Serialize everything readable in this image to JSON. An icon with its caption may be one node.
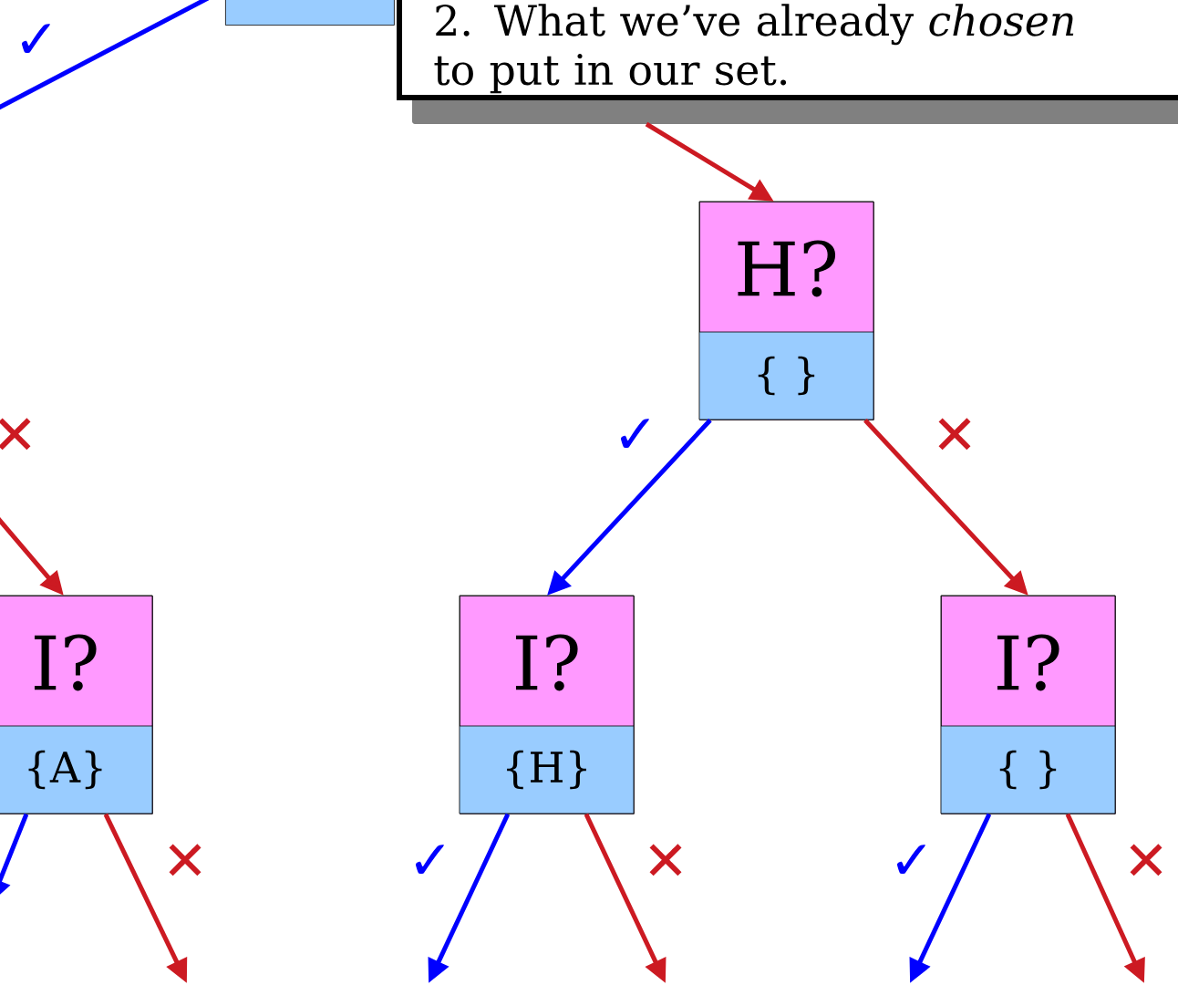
{
  "diagram": {
    "nodes": [
      {
        "text": [],
        "shape": "box"
      },
      {
        "text": [
          "2. What we’ve already *chosen* to put in our set."
        ]
      },
      {
        "text": [
          "H?",
          "{ }"
        ]
      },
      {
        "text": [
          "I?",
          "{A}"
        ]
      },
      {
        "text": [
          "I?",
          "{H}"
        ]
      },
      {
        "text": [
          "I?",
          "{ }"
        ]
      }
    ],
    "edges": [
      {
        "from": 1,
        "to": 2,
        "arrow": "to"
      },
      {
        "from": null,
        "to": 3,
        "arrow": "to",
        "label": "✕"
      },
      {
        "from": 2,
        "to": 4,
        "arrow": "to",
        "label": "✓",
        "color": "#0000ff"
      },
      {
        "from": 2,
        "to": 5,
        "arrow": "to",
        "label": "✕"
      },
      {
        "from": 3,
        "to": null,
        "arrow": "to",
        "color": "#0000ff"
      },
      {
        "from": 3,
        "to": null,
        "arrow": "to",
        "label": "✕"
      },
      {
        "from": 4,
        "to": null,
        "arrow": "to",
        "label": "✓",
        "color": "#0000ff"
      },
      {
        "from": 4,
        "to": null,
        "arrow": "to",
        "label": "✕"
      },
      {
        "from": 5,
        "to": null,
        "arrow": "to",
        "label": "✓",
        "color": "#0000ff"
      },
      {
        "from": 5,
        "to": null,
        "arrow": "to",
        "label": "✕"
      }
    ],
    "labels": [
      "✓"
    ]
  }
}
